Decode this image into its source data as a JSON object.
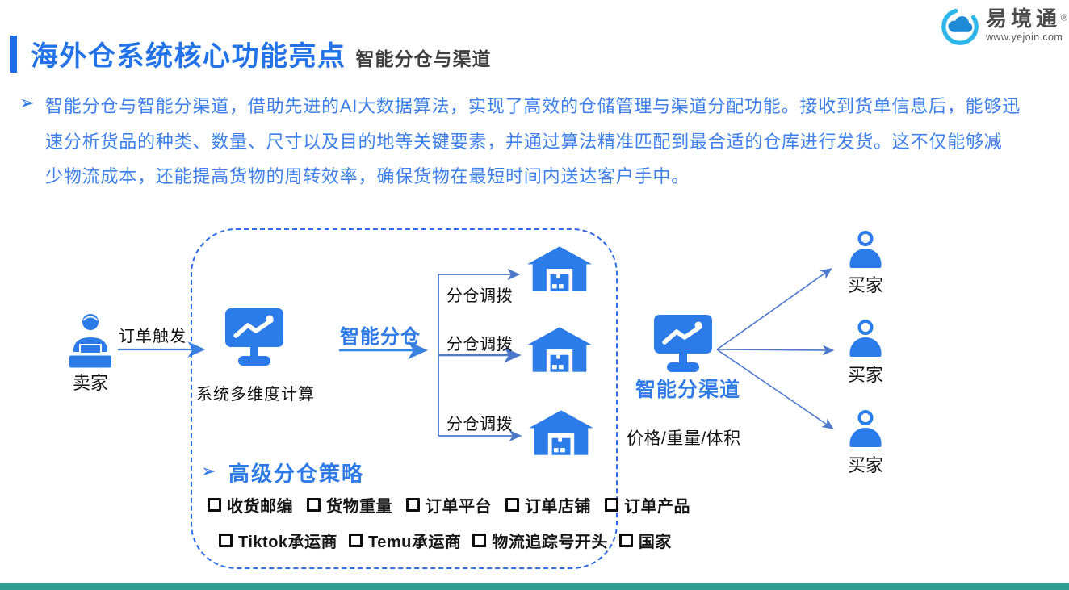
{
  "header": {
    "title": "海外仓系统核心功能亮点",
    "subtitle": "智能分仓与渠道",
    "logo": {
      "name": "易境通",
      "reg": "®",
      "url": "www.yejoin.com"
    }
  },
  "intro": {
    "bullet": "➢",
    "lines": [
      "智能分仓与智能分渠道，借助先进的AI大数据算法，实现了高效的仓储管理与渠道分配功能。接收到货单信息后，能够迅",
      "速分析货品的种类、数量、尺寸以及目的地等关键要素，并通过算法精准匹配到最合适的仓库进行发货。这不仅能够减",
      "少物流成本，还能提高货物的周转效率，确保货物在最短时间内送达客户手中。"
    ]
  },
  "diagram": {
    "seller_label": "卖家",
    "order_trigger_label": "订单触发",
    "system_label": "系统多维度计算",
    "smart_split_label": "智能分仓",
    "transfer_labels": [
      "分仓调拨",
      "分仓调拨",
      "分仓调拨"
    ],
    "strategy": {
      "bullet": "➢",
      "title": "高级分仓策略",
      "row1": [
        "收货邮编",
        "货物重量",
        "订单平台",
        "订单店铺",
        "订单产品"
      ],
      "row2": [
        "Tiktok承运商",
        "Temu承运商",
        "物流追踪号开头",
        "国家"
      ]
    },
    "channel_label": "智能分渠道",
    "criteria_label": "价格/重量/体积",
    "buyer_labels": [
      "买家",
      "买家",
      "买家"
    ]
  },
  "colors": {
    "primary_blue": "#2b7ce9",
    "title_blue": "#2373e8",
    "paragraph_blue": "#3e80e8",
    "dashed_border": "#2d6ce6",
    "arrow_blue": "#3b82e0",
    "arrow_steel": "#4d79cc",
    "text_dark": "#141414",
    "logo_cyan": "#2cb6ea",
    "logo_cloud": "#1f8ad6",
    "footer_teal": "#2f9e92"
  }
}
